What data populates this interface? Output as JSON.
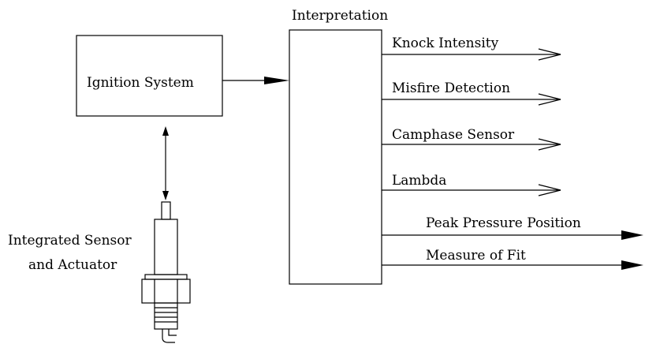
{
  "diagram": {
    "title": "Interpretation",
    "ignition_label": "Ignition System",
    "sensor_label_line1": "Integrated Sensor",
    "sensor_label_line2": "and Actuator",
    "outputs": [
      "Knock Intensity",
      "Misfire Detection",
      "Camphase Sensor",
      "Lambda",
      "Peak Pressure Position",
      "Measure of Fit"
    ]
  }
}
